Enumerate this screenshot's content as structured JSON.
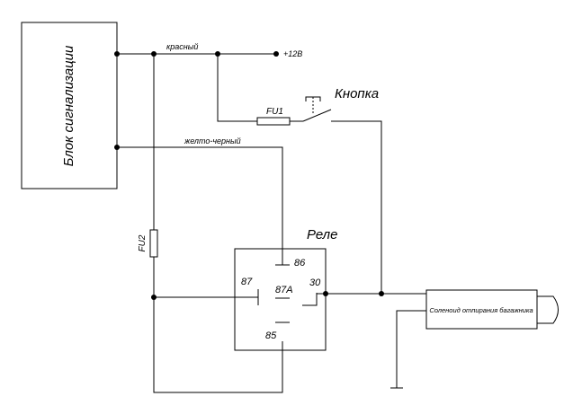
{
  "diagram": {
    "alarm_unit_label": "Блок сигнализации",
    "wire_red_label": "красный",
    "wire_yellow_black_label": "желто-черный",
    "supply_label": "+12В",
    "fuse1_label": "FU1",
    "fuse2_label": "FU2",
    "button_label": "Кнопка",
    "relay_label": "Реле",
    "relay_pins": {
      "p86": "86",
      "p87": "87",
      "p87a": "87A",
      "p30": "30",
      "p85": "85"
    },
    "solenoid_label": "Соленоид отпирания багажника"
  }
}
